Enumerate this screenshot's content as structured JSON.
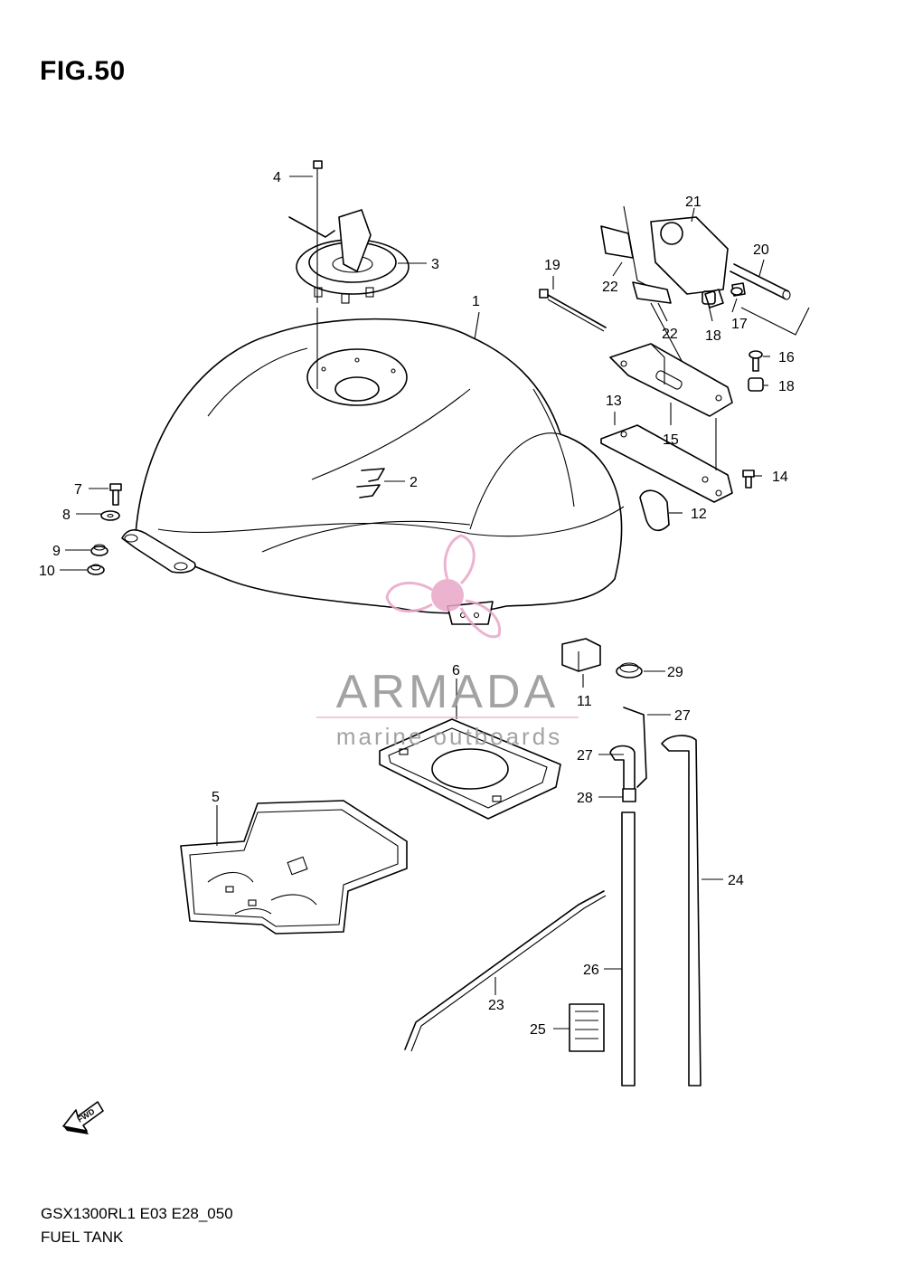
{
  "figure": {
    "title": "FIG.50",
    "model_code": "GSX1300RL1 E03 E28_050",
    "caption": "FUEL TANK"
  },
  "watermark": {
    "brand": "ARMADA",
    "tagline": "marine outboards",
    "logo_color": "#e8a6c8",
    "text_color": "#9a9a9a"
  },
  "fwd_label": "FWD",
  "callouts": [
    "1",
    "2",
    "3",
    "4",
    "5",
    "6",
    "7",
    "8",
    "9",
    "10",
    "11",
    "12",
    "13",
    "14",
    "15",
    "16",
    "17",
    "18",
    "18",
    "19",
    "20",
    "21",
    "22",
    "22",
    "23",
    "24",
    "25",
    "26",
    "27",
    "27",
    "28",
    "29"
  ]
}
